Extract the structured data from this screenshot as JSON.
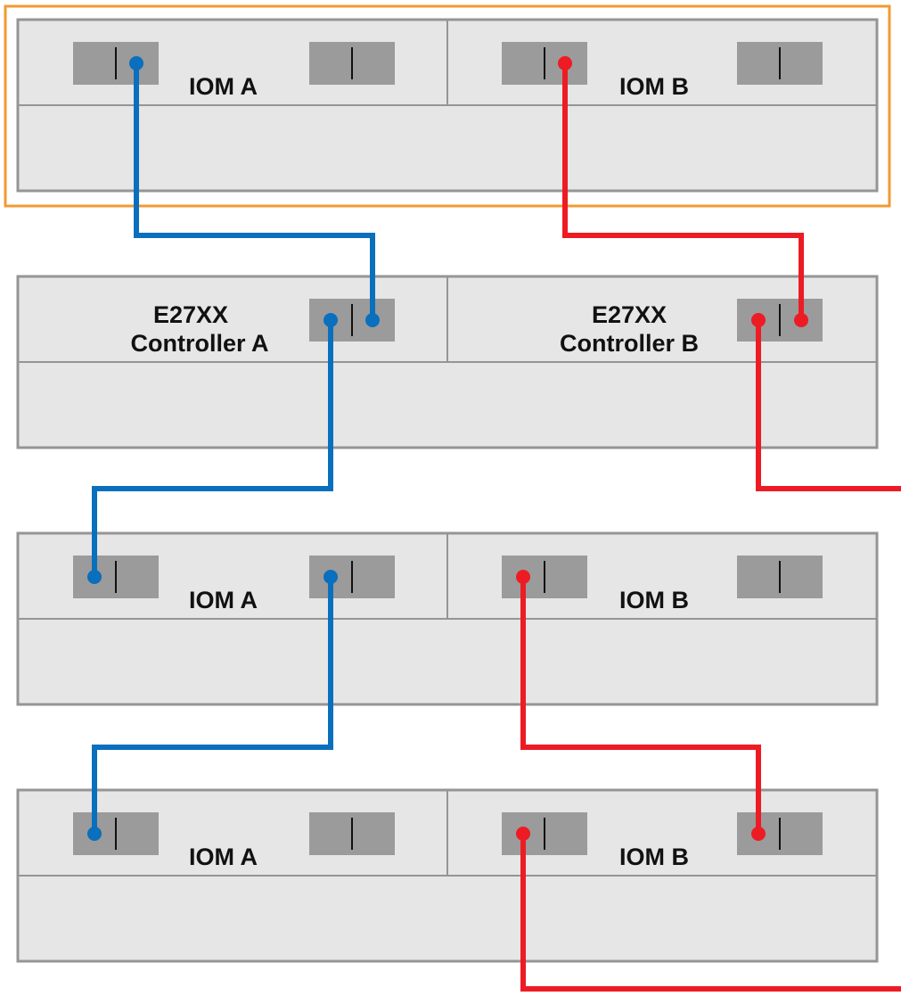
{
  "diagram": {
    "colors": {
      "enclosure_fill": "#e6e6e7",
      "enclosure_stroke": "#959595",
      "port_fill": "#9b9b9b",
      "port_divider": "#111111",
      "cable_a": "#0a6fbd",
      "cable_b": "#ed1c24",
      "highlight_border": "#f29a33"
    },
    "shelves": [
      {
        "id": "shelf-1",
        "highlighted": true,
        "left_label": "IOM A",
        "right_label": "IOM B"
      },
      {
        "id": "controller-shelf",
        "highlighted": false,
        "left_label_line1": "E27XX",
        "left_label_line2": "Controller A",
        "right_label_line1": "E27XX",
        "right_label_line2": "Controller B"
      },
      {
        "id": "shelf-3",
        "highlighted": false,
        "left_label": "IOM A",
        "right_label": "IOM B"
      },
      {
        "id": "shelf-4",
        "highlighted": false,
        "left_label": "IOM A",
        "right_label": "IOM B"
      }
    ]
  }
}
